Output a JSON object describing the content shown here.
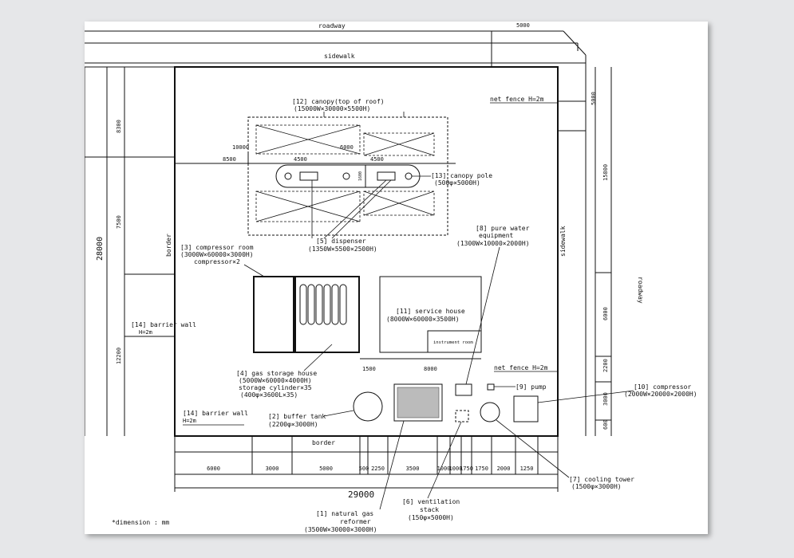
{
  "roads": {
    "roadway_top": "roadway",
    "sidewalk_top": "sidewalk",
    "sidewalk_right": "sidewalk",
    "roadway_right": "roadway"
  },
  "borders": {
    "left": "border",
    "bottom": "border"
  },
  "fences": {
    "top": "net fence H=2m",
    "mid": "net fence H=2m"
  },
  "labels": {
    "canopy_title": "[12] canopy(top of roof)",
    "canopy_dims": "(15000W×30000×5500H)",
    "canopy_pole": "[13] canopy pole",
    "canopy_pole_dims": "(500φ×5000H)",
    "dispenser": "[5] dispenser",
    "dispenser_dims": "(1350W×5500×2500H)",
    "compressor_room": "[3] compressor room",
    "compressor_room_dims": "(3000W×60000×3000H)",
    "compressor_room_note": "compressor×2",
    "pure_water_1": "[8] pure water",
    "pure_water_2": "equipment",
    "pure_water_dims": "(1300W×10000×2000H)",
    "service_house": "[11] service house",
    "service_house_dims": "(8000W×60000×3500H)",
    "instrument_room": "instrument room",
    "barrier_wall_1": "[14] barrier wall",
    "barrier_wall_1_h": "H=2m",
    "barrier_wall_2": "[14] barrier wall",
    "barrier_wall_2_h": "H=2m",
    "gas_storage_1": "[4] gas storage house",
    "gas_storage_2": "(5000W×60000×4000H)",
    "gas_storage_3": "storage cylinder×35",
    "gas_storage_4": "(400φ×3600L×35)",
    "buffer_tank": "[2] buffer tank",
    "buffer_tank_dims": "(2200φ×3000H)",
    "pump": "[9] pump",
    "compressor": "[10] compressor",
    "compressor_dims": "(2000W×20000×2000H)",
    "cooling_tower": "[7] cooling tower",
    "cooling_tower_dims": "(1500φ×3000H)",
    "ventilation_1": "[6] ventilation",
    "ventilation_2": "stack",
    "ventilation_dims": "(150φ×5000H)",
    "reformer_1": "[1] natural gas",
    "reformer_2": "reformer",
    "reformer_dims": "(3500W×30000×3000H)",
    "unit_note": "*dimension : mm"
  },
  "dims": {
    "top_5000": "5000",
    "right_5000": "5000",
    "right_15800": "15800",
    "right_6000": "6000",
    "right_2200": "2200",
    "right_3000": "3000",
    "right_600": "600",
    "left_8300": "8300",
    "left_7500": "7500",
    "left_12200": "12200",
    "left_28000": "28000",
    "canopy_10000": "10000",
    "canopy_6000": "6000",
    "canopy_8500": "8500",
    "canopy_4500a": "4500",
    "canopy_4500b": "4500",
    "canopy_1600": "1600",
    "dim_1500": "1500",
    "dim_8000": "8000",
    "bottom": [
      "6000",
      "3000",
      "5000",
      "500",
      "2250",
      "3500",
      "1000",
      "1000",
      "1750",
      "1750",
      "2000",
      "1250"
    ],
    "total": "29000"
  }
}
